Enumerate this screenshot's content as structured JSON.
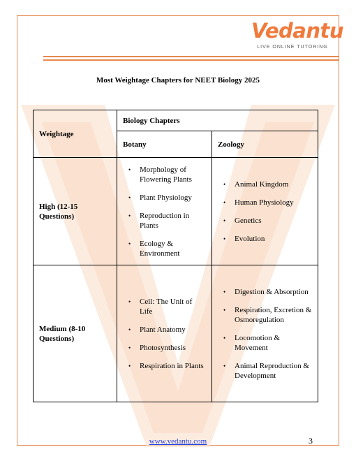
{
  "brand": {
    "name": "Vedantu",
    "tagline": "LIVE ONLINE TUTORING",
    "color": "#f07a3c"
  },
  "title": "Most Weightage Chapters for NEET Biology 2025",
  "table": {
    "col_weightage": "Weightage",
    "col_biology": "Biology Chapters",
    "col_botany": "Botany",
    "col_zoology": "Zoology",
    "rows": [
      {
        "weightage": "High (12-15 Questions)",
        "botany": [
          "Morphology of Flowering Plants",
          "Plant Physiology",
          "Reproduction in Plants",
          "Ecology & Environment"
        ],
        "zoology": [
          "Animal Kingdom",
          "Human Physiology",
          "Genetics",
          "Evolution"
        ]
      },
      {
        "weightage": "Medium (8-10 Questions)",
        "botany": [
          "Cell: The Unit of Life",
          "Plant Anatomy",
          "Photosynthesis",
          "Respiration in Plants"
        ],
        "zoology": [
          "Digestion & Absorption",
          "Respiration, Excretion & Osmoregulation",
          "Locomotion & Movement",
          "Animal Reproduction & Development"
        ]
      }
    ]
  },
  "footer": {
    "link": "www.vedantu.com",
    "page": "3"
  }
}
